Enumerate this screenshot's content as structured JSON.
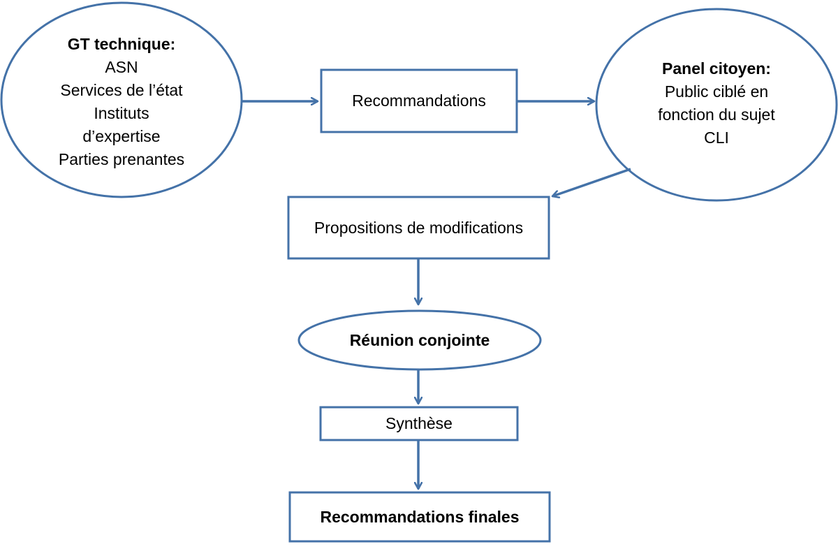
{
  "diagram": {
    "colors": {
      "stroke": "#4472a8",
      "fill": "#ffffff",
      "text": "#000000"
    },
    "gt_technique": {
      "title": "GT technique:",
      "lines": [
        "ASN",
        "Services de l’état",
        "Instituts",
        "d’expertise",
        "Parties prenantes"
      ]
    },
    "recommandations": {
      "label": "Recommandations"
    },
    "panel_citoyen": {
      "title": "Panel citoyen:",
      "lines": [
        "Public ciblé en",
        "fonction du sujet",
        "CLI"
      ]
    },
    "propositions": {
      "label": "Propositions de modifications"
    },
    "reunion": {
      "label": "Réunion conjointe"
    },
    "synthese": {
      "label": "Synthèse"
    },
    "finales": {
      "label": "Recommandations finales"
    }
  }
}
